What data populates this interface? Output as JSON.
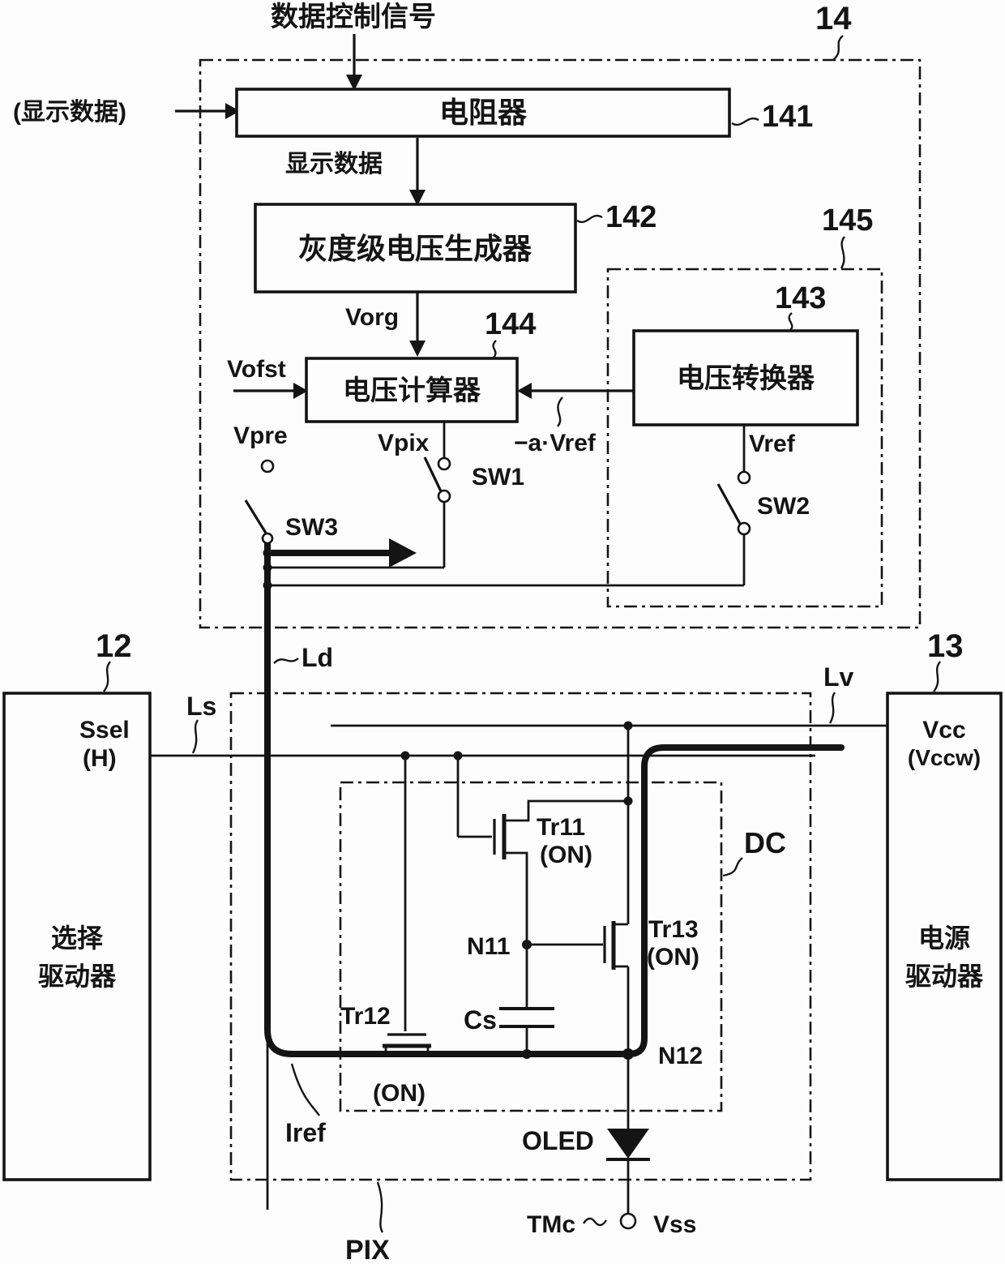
{
  "colors": {
    "ink": "#141414",
    "paper": "#fdfdfd"
  },
  "top": {
    "data_control_signal": "数据控制信号",
    "display_data_paren": "(显示数据)",
    "display_data": "显示数据"
  },
  "refs": {
    "r14": "14",
    "r141": "141",
    "r142": "142",
    "r143": "143",
    "r144": "144",
    "r145": "145",
    "r12": "12",
    "r13": "13"
  },
  "blocks": {
    "register": "电阻器",
    "gray_voltage_generator": "灰度级电压生成器",
    "voltage_calculator": "电压计算器",
    "voltage_converter": "电压转换器",
    "select_driver_l1": "选择",
    "select_driver_l2": "驱动器",
    "power_driver_l1": "电源",
    "power_driver_l2": "驱动器"
  },
  "signals": {
    "vorg": "Vorg",
    "vofst": "Vofst",
    "vpix": "Vpix",
    "vpre": "Vpre",
    "vref": "Vref",
    "neg_a_vref": "−a·Vref",
    "sw1": "SW1",
    "sw2": "SW2",
    "sw3": "SW3",
    "ssel": "Ssel",
    "ssel_level": "(H)",
    "vcc": "Vcc",
    "vcc_mode": "(Vccw)",
    "ld": "Ld",
    "ls": "Ls",
    "lv": "Lv",
    "iref": "Iref",
    "vss": "Vss",
    "tmc": "TMc"
  },
  "pixel": {
    "pix": "PIX",
    "dc": "DC",
    "tr11": "Tr11",
    "tr11_state": "(ON)",
    "tr12": "Tr12",
    "tr12_state": "(ON)",
    "tr13": "Tr13",
    "tr13_state": "(ON)",
    "n11": "N11",
    "n12": "N12",
    "cs": "Cs",
    "oled": "OLED"
  }
}
